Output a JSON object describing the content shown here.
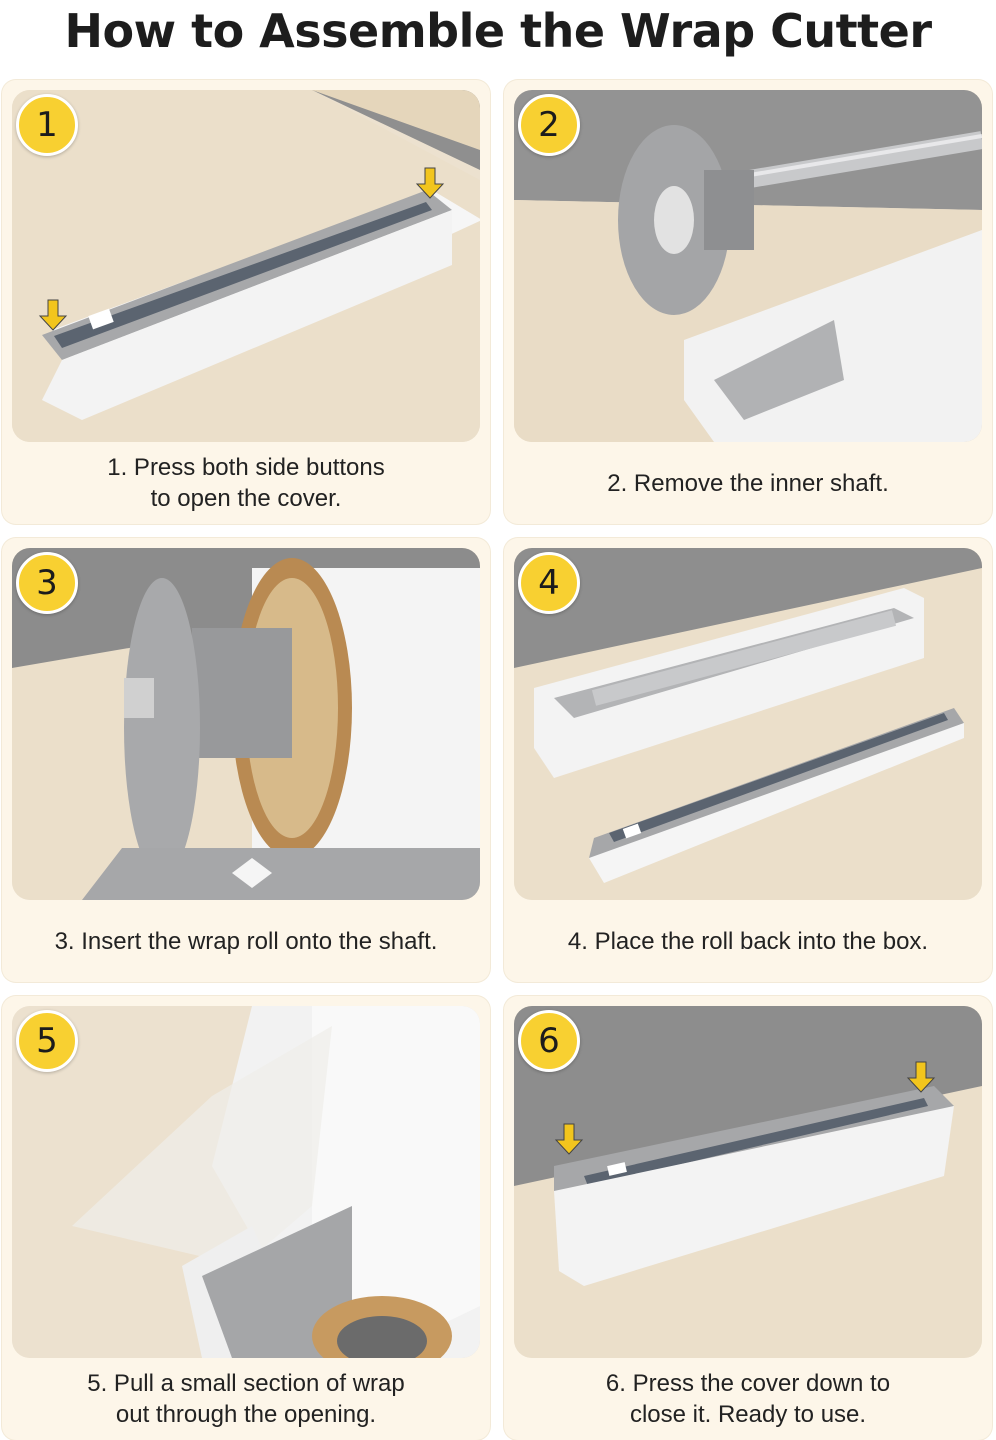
{
  "title": "How to Assemble the Wrap Cutter",
  "colors": {
    "badge_yellow": "#f8d031",
    "card_bg": "#fdf6e9",
    "arrow_yellow": "#f2c51d",
    "gray": "#a6a7a9",
    "white_box": "#f1f1f1",
    "wood": "#e9dcc6"
  },
  "steps": [
    {
      "badge": "1",
      "caption_lines": [
        "1. Press both side buttons",
        "to open the cover."
      ],
      "icons": [
        "down-arrow-icon",
        "down-arrow-icon"
      ]
    },
    {
      "badge": "2",
      "caption_lines": [
        "2. Remove the inner shaft."
      ]
    },
    {
      "badge": "3",
      "caption_lines": [
        "3. Insert the wrap roll onto the shaft."
      ]
    },
    {
      "badge": "4",
      "caption_lines": [
        "4. Place the roll back into the box."
      ]
    },
    {
      "badge": "5",
      "caption_lines": [
        "5. Pull a small section of wrap",
        "out through the opening."
      ]
    },
    {
      "badge": "6",
      "caption_lines": [
        "6. Press the cover down to",
        "close it. Ready to use."
      ],
      "icons": [
        "down-arrow-icon",
        "down-arrow-icon"
      ]
    }
  ]
}
